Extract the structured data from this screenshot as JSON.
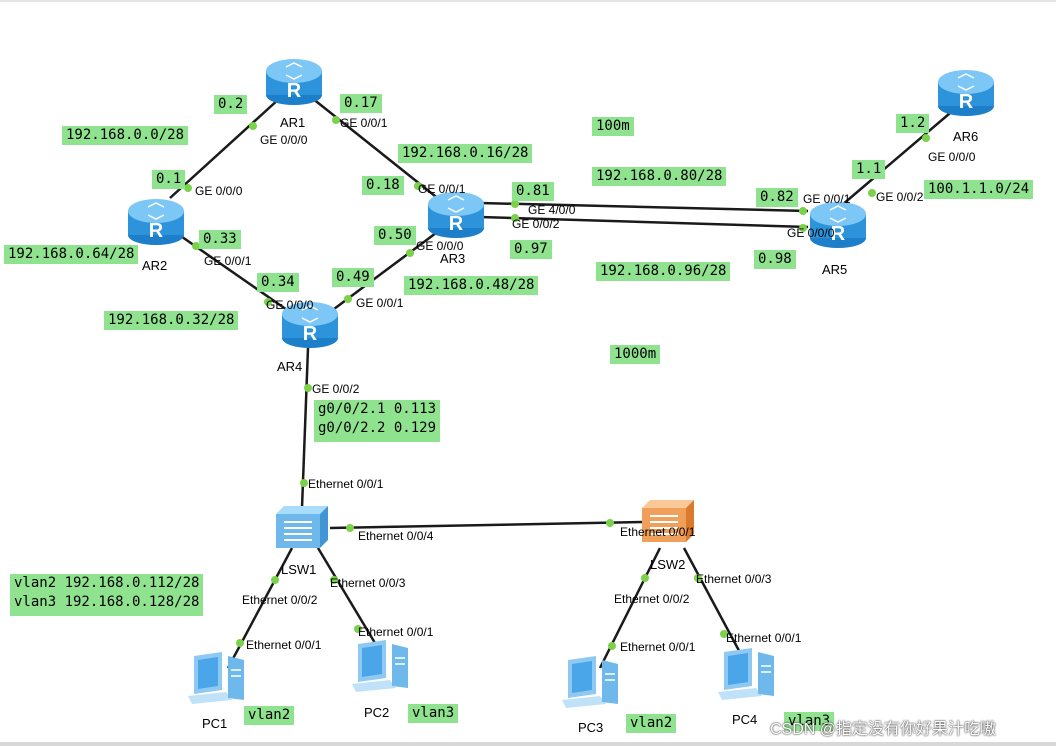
{
  "devices": {
    "ar1": {
      "name": "AR1"
    },
    "ar2": {
      "name": "AR2"
    },
    "ar3": {
      "name": "AR3"
    },
    "ar4": {
      "name": "AR4"
    },
    "ar5": {
      "name": "AR5"
    },
    "ar6": {
      "name": "AR6"
    },
    "lsw1": {
      "name": "LSW1"
    },
    "lsw2": {
      "name": "LSW2"
    },
    "pc1": {
      "name": "PC1"
    },
    "pc2": {
      "name": "PC2"
    },
    "pc3": {
      "name": "PC3"
    },
    "pc4": {
      "name": "PC4"
    }
  },
  "ports": {
    "ar1_ge000": "GE 0/0/0",
    "ar1_ge001": "GE 0/0/1",
    "ar2_ge000": "GE 0/0/0",
    "ar2_ge001": "GE 0/0/1",
    "ar3_ge001": "GE 0/0/1",
    "ar3_ge400": "GE 4/0/0",
    "ar3_ge002": "GE 0/0/2",
    "ar3_ge000": "GE 0/0/0",
    "ar4_ge000": "GE 0/0/0",
    "ar4_ge001": "GE 0/0/1",
    "ar4_ge002": "GE 0/0/2",
    "ar5_ge001": "GE 0/0/1",
    "ar5_ge002": "GE 0/0/2",
    "ar5_ge000": "GE 0/0/0",
    "ar6_ge000": "GE 0/0/0",
    "lsw1_eth001": "Ethernet 0/0/1",
    "lsw1_eth004": "Ethernet 0/0/4",
    "lsw1_eth002": "Ethernet 0/0/2",
    "lsw1_eth003": "Ethernet 0/0/3",
    "lsw2_eth001": "Ethernet 0/0/1",
    "lsw2_eth002": "Ethernet 0/0/2",
    "lsw2_eth003": "Ethernet 0/0/3",
    "pc1_eth001": "Ethernet 0/0/1",
    "pc2_eth001": "Ethernet 0/0/1",
    "pc3_eth001": "Ethernet 0/0/1",
    "pc4_eth001": "Ethernet 0/0/1"
  },
  "annotations": {
    "ar1_ip_0_2": "0.2",
    "ar1_ip_0_17": "0.17",
    "net_0_0": "192.168.0.0/28",
    "ar2_ip_0_1": "0.1",
    "net_0_16": "192.168.0.16/28",
    "ar3_ip_0_18": "0.18",
    "bw_100m": "100m",
    "net_0_80": "192.168.0.80/28",
    "ar6_ip_1_2": "1.2",
    "ar5_ip_1_1": "1.1",
    "net_100_1_1": "100.1.1.0/24",
    "ar3_ip_0_81": "0.81",
    "ar5_ip_0_82": "0.82",
    "ar2_ip_0_33": "0.33",
    "ar3_ip_0_50": "0.50",
    "ar3_ip_0_97": "0.97",
    "net_0_64": "192.168.0.64/28",
    "ar5_ip_0_98": "0.98",
    "net_0_96": "192.168.0.96/28",
    "ar4_ip_0_34": "0.34",
    "ar4_ip_0_49": "0.49",
    "net_0_48": "192.168.0.48/28",
    "net_0_32": "192.168.0.32/28",
    "bw_1000m": "1000m",
    "subif_line1": "g0/0/2.1 0.113",
    "subif_line2": "g0/0/2.2 0.129",
    "vlan_line1": "vlan2 192.168.0.112/28",
    "vlan_line2": "vlan3 192.168.0.128/28",
    "pc1_vlan": "vlan2",
    "pc2_vlan": "vlan3",
    "pc3_vlan": "vlan2",
    "pc4_vlan": "vlan3"
  },
  "watermark": "CSDN @指定没有你好果汁吃嗷",
  "colors": {
    "label_bg": "#8fe38f",
    "link": "#1a1a1a",
    "port_dot": "#7ad14a",
    "router_blue": "#4aa6e8",
    "switch_blue": "#6fb8ec",
    "switch_orange": "#f0a05a"
  }
}
